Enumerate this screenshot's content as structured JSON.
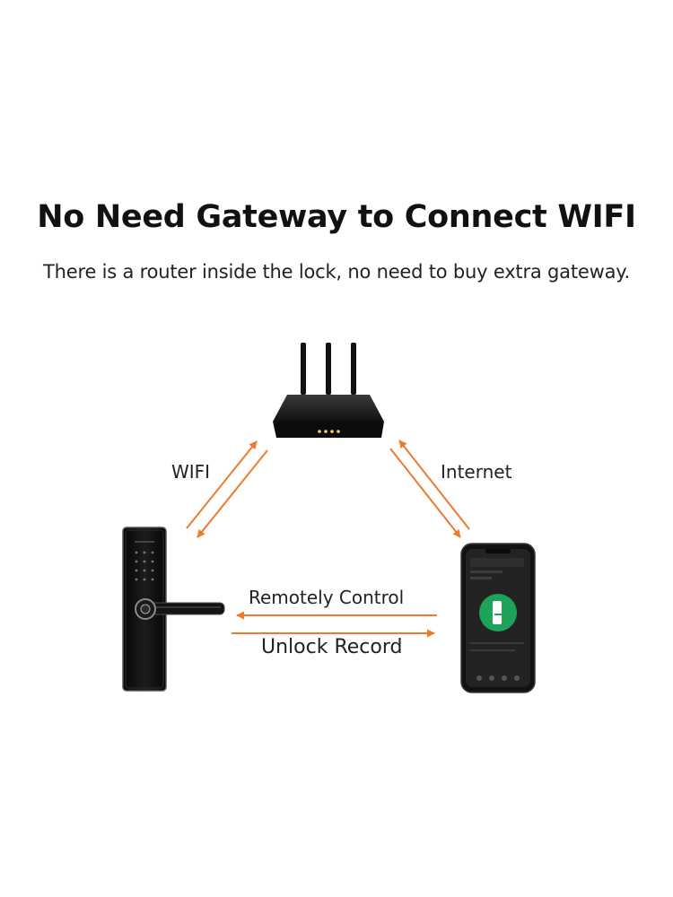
{
  "title": "No Need Gateway to Connect WIFI",
  "subtitle": "There is a router inside the lock, no need to buy extra gateway.",
  "labels": {
    "wifi": "WIFI",
    "internet": "Internet",
    "remote_control": "Remotely Control",
    "unlock_record": "Unlock Record"
  },
  "colors": {
    "arrow": "#ee7a2f",
    "device": "#1a1a1a",
    "app_accent": "#1ea35a"
  },
  "icons": [
    "router-icon",
    "smart-lock-icon",
    "smartphone-icon"
  ]
}
